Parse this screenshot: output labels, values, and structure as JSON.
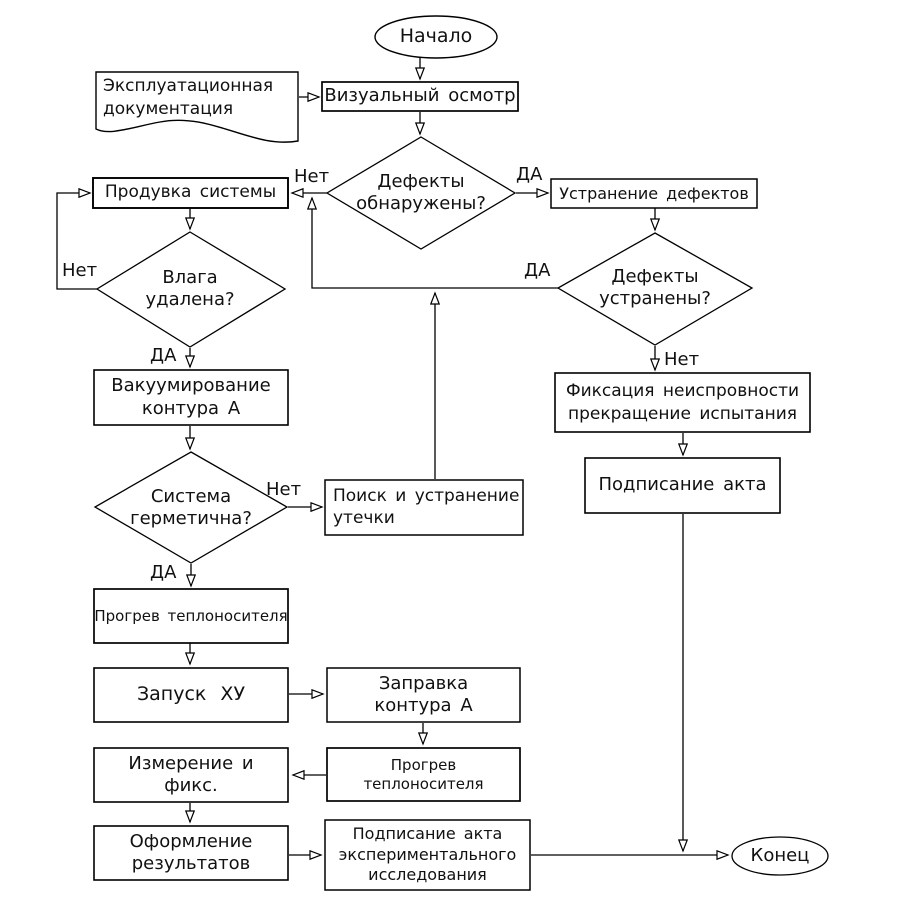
{
  "colors": {
    "background": "#ffffff",
    "stroke": "#000000",
    "text": "#111111"
  },
  "nodes": {
    "start": "Начало",
    "operational_docs": "Эксплуатационная\nдокументация",
    "visual_inspection": "Визуальный осмотр",
    "defects_found": "Дефекты\nобнаружены?",
    "system_purge": "Продувка системы",
    "defect_elimination": "Устранение дефектов",
    "moisture_removed": "Влага\nудалена?",
    "defects_fixed": "Дефекты\nустранены?",
    "vacuuming_loop_a": "Вакуумирование\nконтура А",
    "failure_record": "Фиксация неиспровности\nпрекращение испытания",
    "act_signing": "Подписание акта",
    "system_tight": "Система\nгерметична?",
    "leak_search": "Поиск и устранение\nутечки",
    "coolant_warmup_1": "Прогрев теплоносителя",
    "chiller_start": "Запуск ХУ",
    "loop_a_filling": "Заправка\nконтура А",
    "coolant_warmup_2": "Прогрев теплоносителя",
    "measurement": "Измерение и\nфикс.",
    "results_formalization": "Оформление\nрезультатов",
    "final_act_signing": "Подписание акта\nэкспериментального\nисследования",
    "end": "Конец"
  },
  "branch_labels": {
    "defects_found_no": "Нет",
    "defects_found_yes": "ДА",
    "moisture_removed_no": "Нет",
    "moisture_removed_yes": "ДА",
    "defects_fixed_yes": "ДА",
    "defects_fixed_no": "Нет",
    "system_tight_no": "Нет",
    "system_tight_yes": "ДА"
  }
}
